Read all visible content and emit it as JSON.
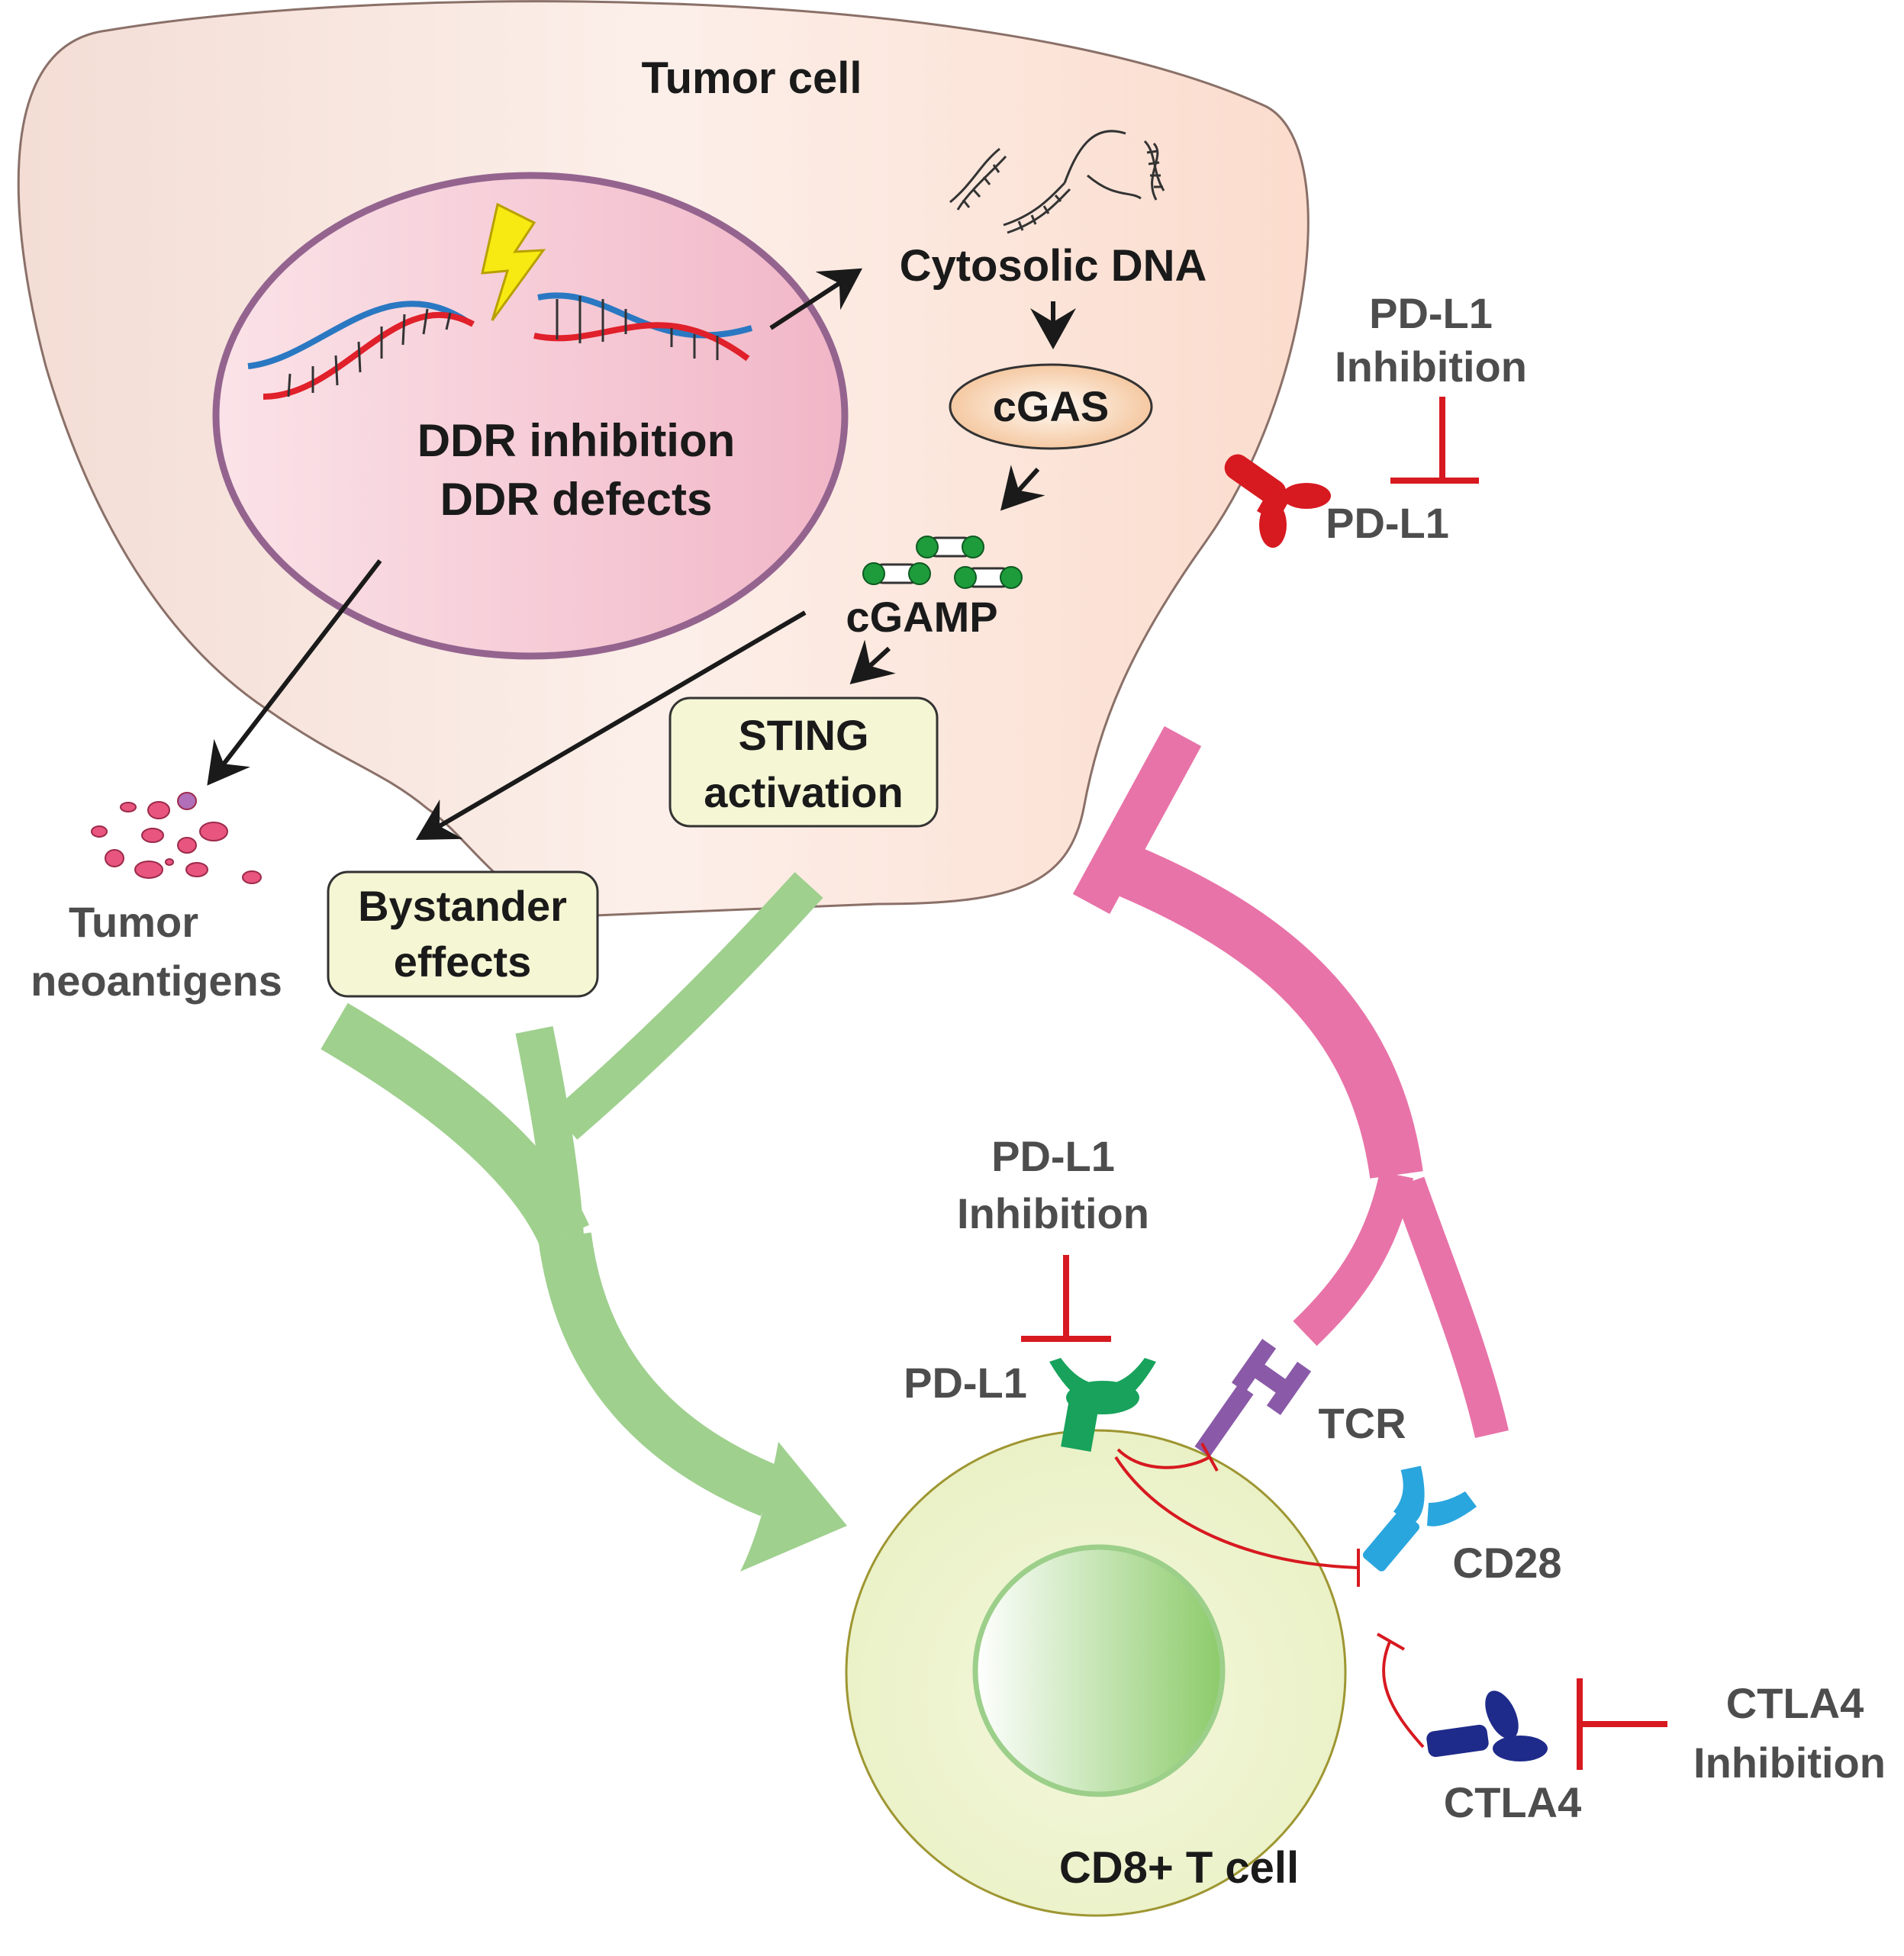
{
  "tumor_cell": {
    "title": "Tumor cell"
  },
  "nucleus": {
    "line1": "DDR inhibition",
    "line2": "DDR defects"
  },
  "pathway": {
    "cytosolic_dna": "Cytosolic DNA",
    "cgas": "cGAS",
    "cgamp": "cGAMP",
    "sting_line1": "STING",
    "sting_line2": "activation",
    "bystander_line1": "Bystander",
    "bystander_line2": "effects",
    "neoantigens_line1": "Tumor",
    "neoantigens_line2": "neoantigens"
  },
  "checkpoints": {
    "tumor_pdl1_inhibition_line1": "PD-L1",
    "tumor_pdl1_inhibition_line2": "Inhibition",
    "tumor_pdl1": "PD-L1",
    "t_pdl1_inhibition_line1": "PD-L1",
    "t_pdl1_inhibition_line2": "Inhibition",
    "t_pdl1": "PD-L1",
    "tcr": "TCR",
    "cd28": "CD28",
    "ctla4": "CTLA4",
    "ctla4_inhibition_line1": "CTLA4",
    "ctla4_inhibition_line2": "Inhibition"
  },
  "t_cell": {
    "title": "CD8+ T cell"
  },
  "colors": {
    "dna_red": "#e0202a",
    "dna_blue": "#2a78c2",
    "inhibit_red": "#d71920",
    "green_arrow": "#9fd08e",
    "pink_arrow": "#e873a8",
    "pdl1_green": "#18a25c",
    "tcr_purple": "#8a5aa8",
    "cd28_blue": "#2aa6de",
    "ctla4_navy": "#1f2b8a",
    "cgamp_green": "#1e9c3c"
  }
}
